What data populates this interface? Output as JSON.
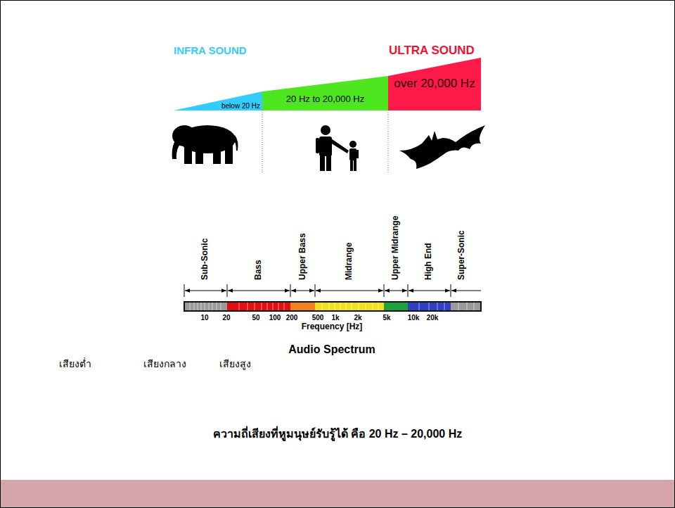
{
  "diagram": {
    "caption": "ความถี่เสียงที่หูมนุษย์รับรู้ได้ คือ 20 Hz – 20,000 Hz",
    "nodes": [
      {
        "text": [
          "below 20 Hz"
        ]
      },
      {
        "text": [
          "20 Hz to 20,000 Hz"
        ]
      },
      {
        "text": [
          "over 20,000 Hz"
        ]
      }
    ],
    "labels": [
      "INFRA SOUND",
      "ULTRA SOUND",
      "Sub-Sonic",
      "Bass",
      "Upper Bass",
      "Midrange",
      "Upper Midrange",
      "High End",
      "Super-Sonic",
      "10",
      "20",
      "50",
      "100",
      "200",
      "500",
      "1k",
      "2k",
      "5k",
      "10k",
      "20k",
      "Frequency [Hz]",
      "Audio Spectrum",
      "เสียงต่ำ",
      "เสียงกลาง",
      "เสียงสูง"
    ]
  }
}
